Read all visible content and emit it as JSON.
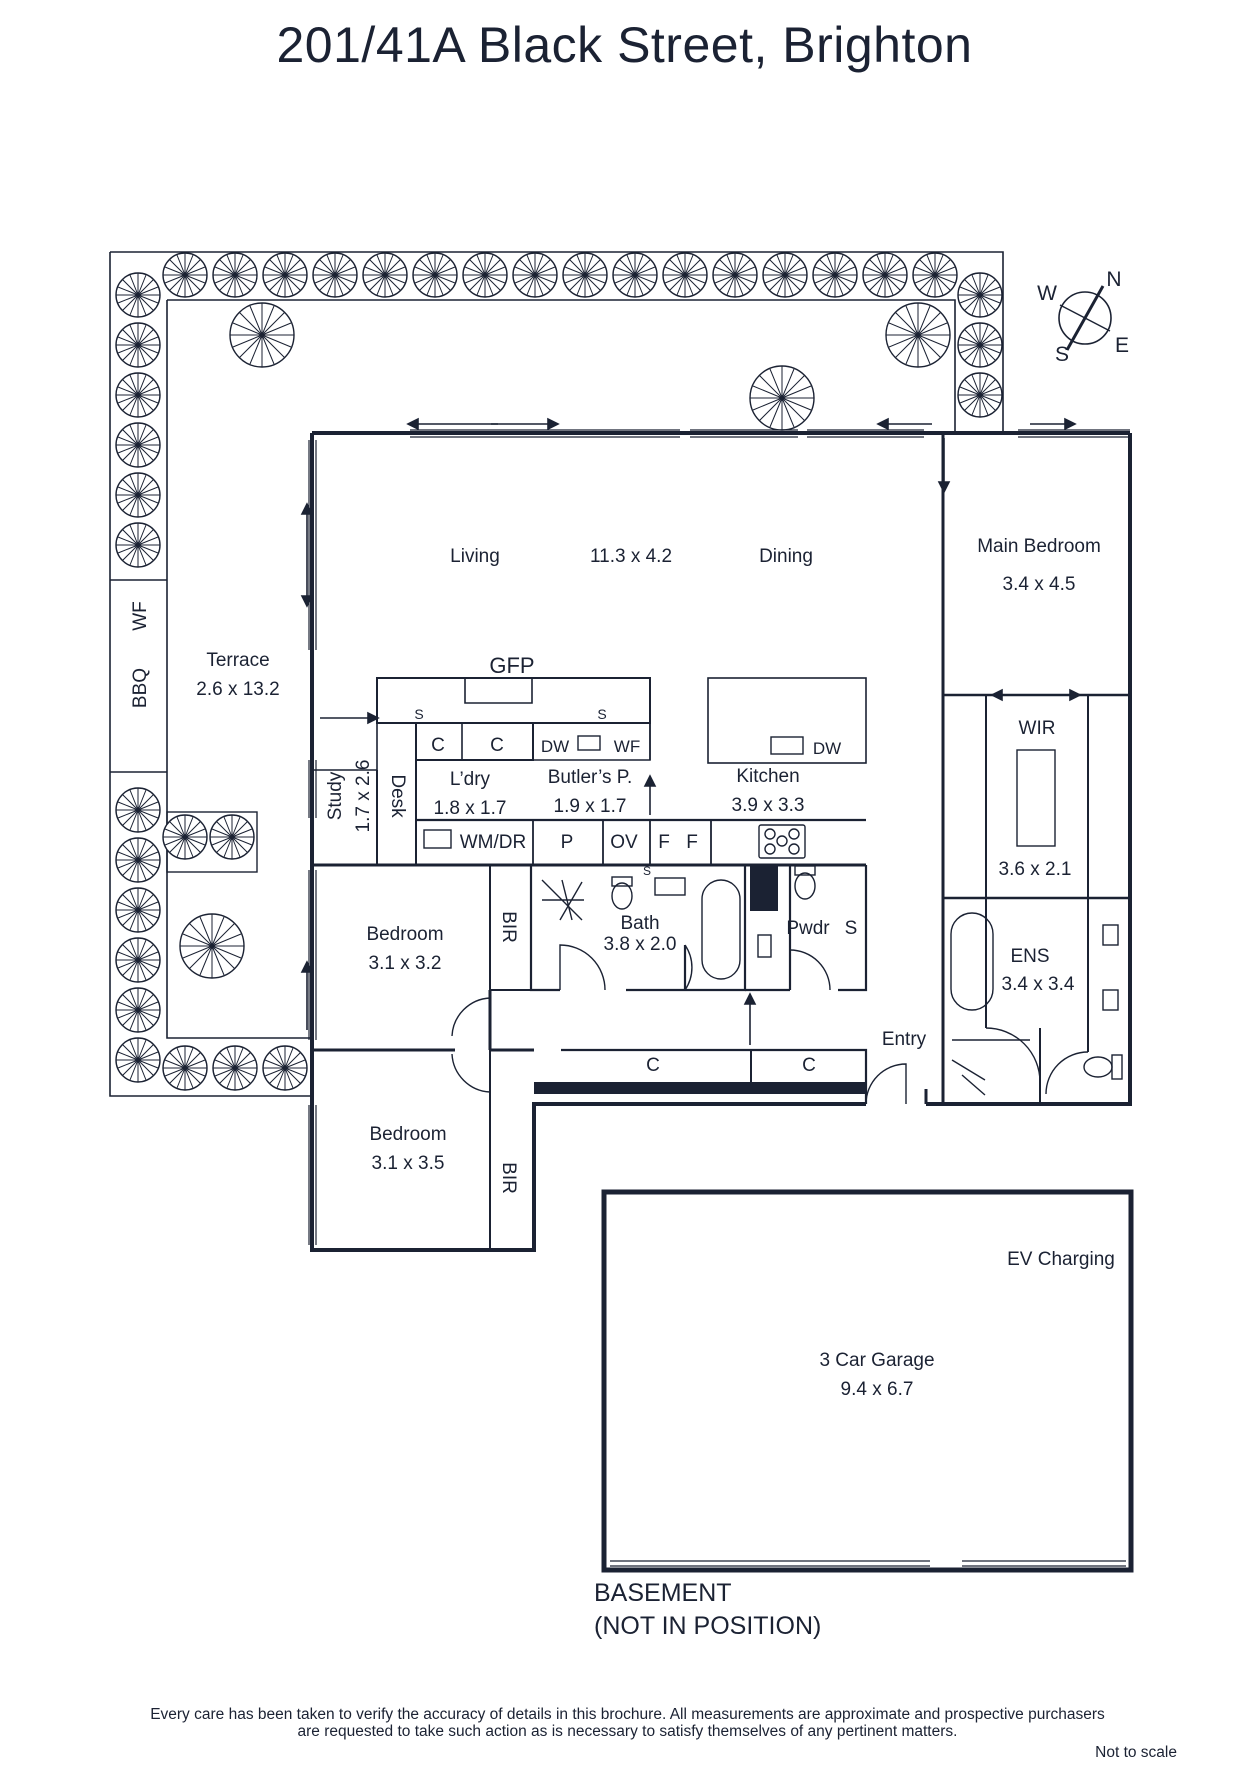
{
  "title": "201/41A Black Street, Brighton",
  "compass": {
    "n": "N",
    "e": "E",
    "s": "S",
    "w": "W"
  },
  "rooms": {
    "living": "Living",
    "living_dim": "11.3 x 4.2",
    "dining": "Dining",
    "main_bedroom": "Main Bedroom",
    "main_bedroom_dim": "3.4 x 4.5",
    "terrace": "Terrace",
    "terrace_dim": "2.6 x 13.2",
    "wf_terrace": "WF",
    "bbq": "BBQ",
    "gfp": "GFP",
    "study": "Study",
    "study_dim": "1.7 x 2.6",
    "desk": "Desk",
    "laundry": "L’dry",
    "laundry_dim": "1.8 x 1.7",
    "butlers": "Butler’s P.",
    "butlers_dim": "1.9 x 1.7",
    "kitchen": "Kitchen",
    "kitchen_dim": "3.9 x 3.3",
    "wir": "WIR",
    "wir_dim": "3.6 x 2.1",
    "ens": "ENS",
    "ens_dim": "3.4 x 3.4",
    "bedroom1": "Bedroom",
    "bedroom1_dim": "3.1 x 3.2",
    "bedroom2": "Bedroom",
    "bedroom2_dim": "3.1 x 3.5",
    "bir1": "BIR",
    "bir2": "BIR",
    "bath": "Bath",
    "bath_dim": "3.8 x 2.0",
    "pwdr": "Pwdr",
    "pwdr_s": "S",
    "entry": "Entry",
    "c_cupboard": "C",
    "s_shelf": "S",
    "dw": "DW",
    "wf": "WF",
    "wmdr": "WM/DR",
    "p": "P",
    "ov": "OV",
    "f": "F",
    "garage": "3 Car Garage",
    "garage_dim": "9.4 x 6.7",
    "ev": "EV Charging",
    "basement_line1": "BASEMENT",
    "basement_line2": "(NOT IN POSITION)"
  },
  "disclaimer": {
    "line1": "Every care has been taken to verify the accuracy of details in this brochure.  All measurements are approximate and prospective purchasers",
    "line2": "are requested to take such action as is necessary to satisfy themselves of any pertinent matters."
  },
  "not_to_scale": "Not to scale"
}
